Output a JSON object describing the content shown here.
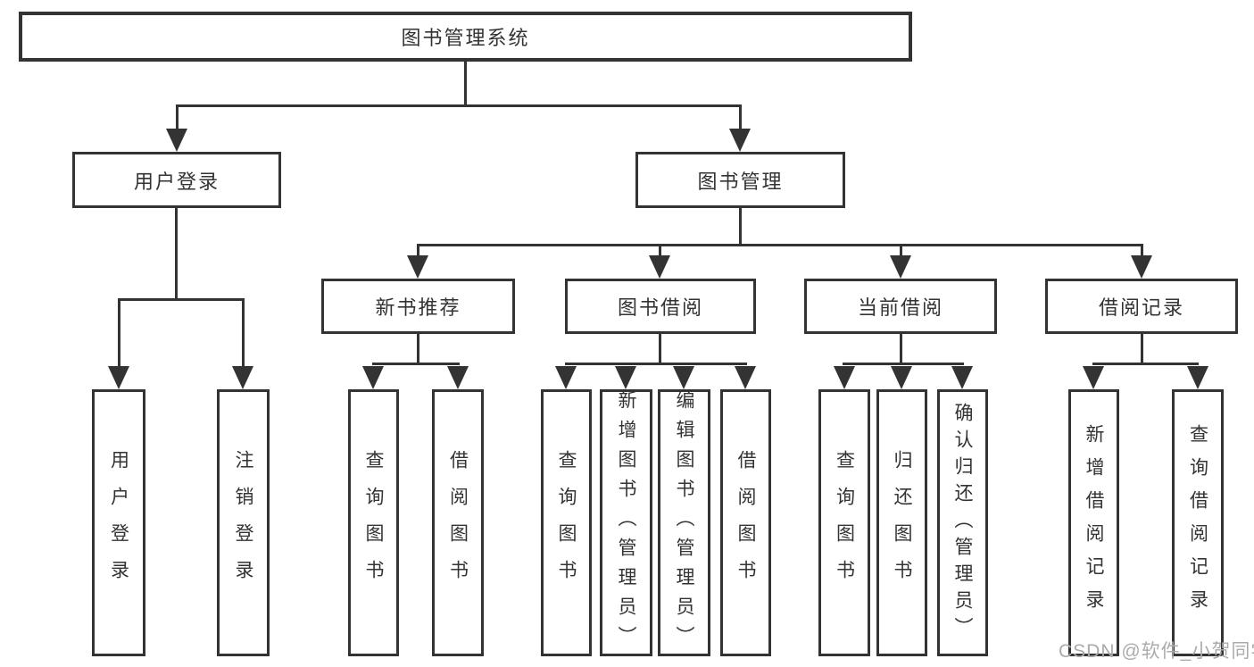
{
  "diagram": {
    "accent_color": "#333333",
    "tree": {
      "root": {
        "label": "图书管理系统"
      },
      "user_login": {
        "label": "用户登录",
        "children": {
          "login": {
            "label": "用户登录"
          },
          "logout": {
            "label": "注销登录"
          }
        }
      },
      "book_mgmt": {
        "label": "图书管理",
        "children": {
          "new_book_rec": {
            "label": "新书推荐",
            "children": {
              "query_book": {
                "label": "查询图书"
              },
              "borrow_book": {
                "label": "借阅图书"
              }
            }
          },
          "book_borrow": {
            "label": "图书借阅",
            "children": {
              "query_book": {
                "label": "查询图书"
              },
              "add_book": {
                "label": "新增图书（管理员）"
              },
              "edit_book": {
                "label": "编辑图书（管理员）"
              },
              "borrow_book": {
                "label": "借阅图书"
              }
            }
          },
          "current_borrow": {
            "label": "当前借阅",
            "children": {
              "query_book": {
                "label": "查询图书"
              },
              "return_book": {
                "label": "归还图书"
              },
              "confirm_return": {
                "label": "确认归还（管理员）"
              }
            }
          },
          "borrow_records": {
            "label": "借阅记录",
            "children": {
              "add_record": {
                "label": "新增借阅记录"
              },
              "query_record": {
                "label": "查询借阅记录"
              }
            }
          }
        }
      }
    }
  },
  "watermark": {
    "text": "CSDN @软件_小贺同学",
    "color": "#ababab"
  }
}
